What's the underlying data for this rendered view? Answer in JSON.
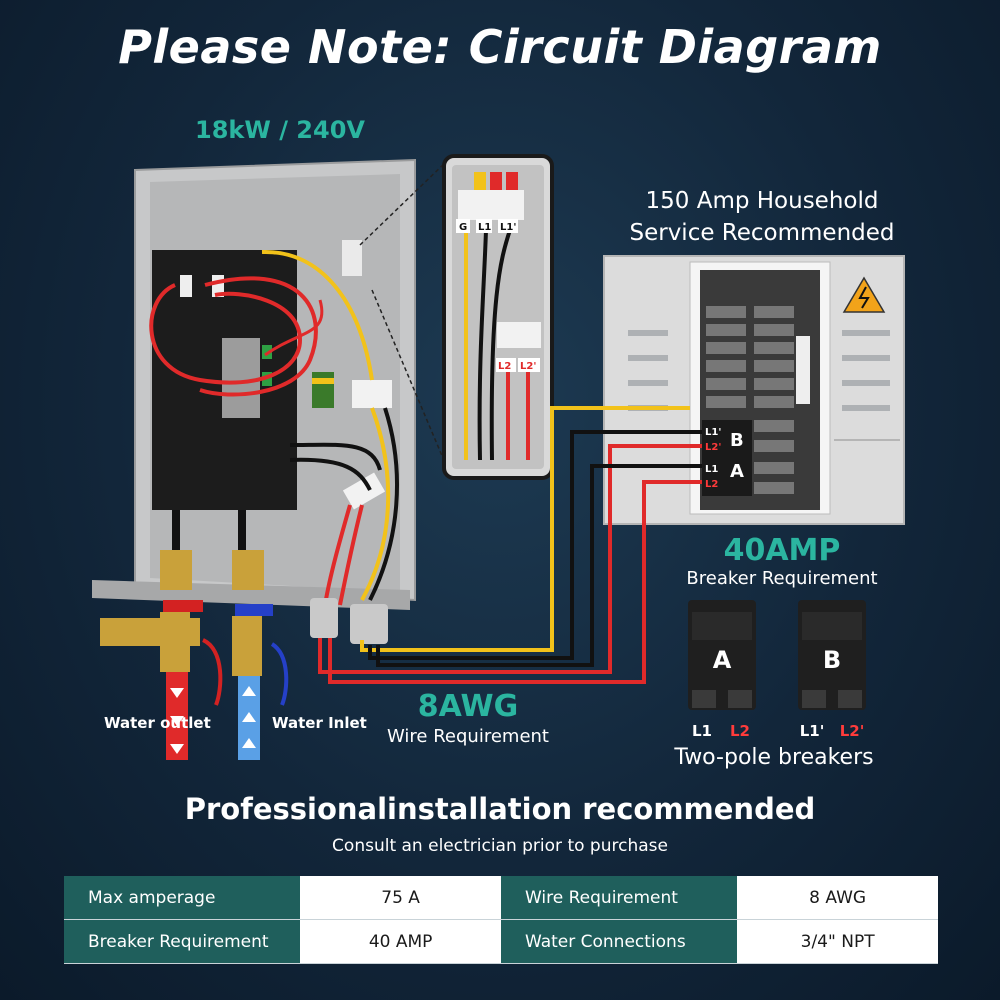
{
  "title": "Please Note: Circuit Diagram",
  "heater": {
    "rating": "18kW / 240V",
    "terminals": [
      "G",
      "L1",
      "L1'",
      "L2",
      "L2'"
    ]
  },
  "water": {
    "outlet_label": "Water outlet",
    "inlet_label": "Water Inlet"
  },
  "panel": {
    "service_line1": "150 Amp Household",
    "service_line2": "Service Recommended",
    "breaker_b_terms": [
      "L1'",
      "L2'"
    ],
    "breaker_b_letter": "B",
    "breaker_a_terms": [
      "L1",
      "L2"
    ],
    "breaker_a_letter": "A"
  },
  "breaker_req": {
    "amps": "40AMP",
    "label": "Breaker Requirement"
  },
  "breakers": {
    "a": {
      "letter": "A",
      "t1": "L1",
      "t2": "L2"
    },
    "b": {
      "letter": "B",
      "t1": "L1'",
      "t2": "L2'"
    },
    "caption": "Two-pole breakers"
  },
  "wire": {
    "gauge": "8AWG",
    "label": "Wire Requirement"
  },
  "install": {
    "title": "Professionalinstallation recommended",
    "subtitle": "Consult an electrician prior to purchase"
  },
  "specs": [
    {
      "label": "Max amperage",
      "value": "75 A",
      "label2": "Wire Requirement",
      "value2": "8 AWG"
    },
    {
      "label": "Breaker Requirement",
      "value": "40 AMP",
      "label2": "Water Connections",
      "value2": "3/4\" NPT"
    }
  ],
  "colors": {
    "accent_teal": "#2bb5a0",
    "wire_red": "#e02a2a",
    "wire_yellow": "#f2c21a",
    "wire_black": "#111111",
    "table_header": "#1f5f5c"
  }
}
